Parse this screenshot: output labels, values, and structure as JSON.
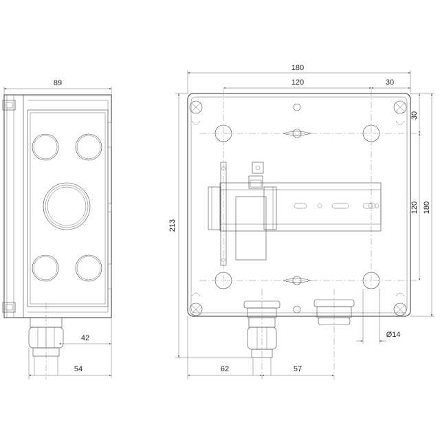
{
  "side_view": {
    "dims": {
      "width": "89",
      "gland_offset": "42",
      "gland_length": "54"
    }
  },
  "front_view": {
    "dims": {
      "width": "180",
      "hole_spacing_h": "120",
      "hole_offset_h": "30",
      "hole_offset_v": "30",
      "hole_spacing_v": "120",
      "height": "180",
      "total_height": "213",
      "gland_left": "62",
      "gland_spacing": "57",
      "hole_diameter": "Ø14"
    }
  }
}
